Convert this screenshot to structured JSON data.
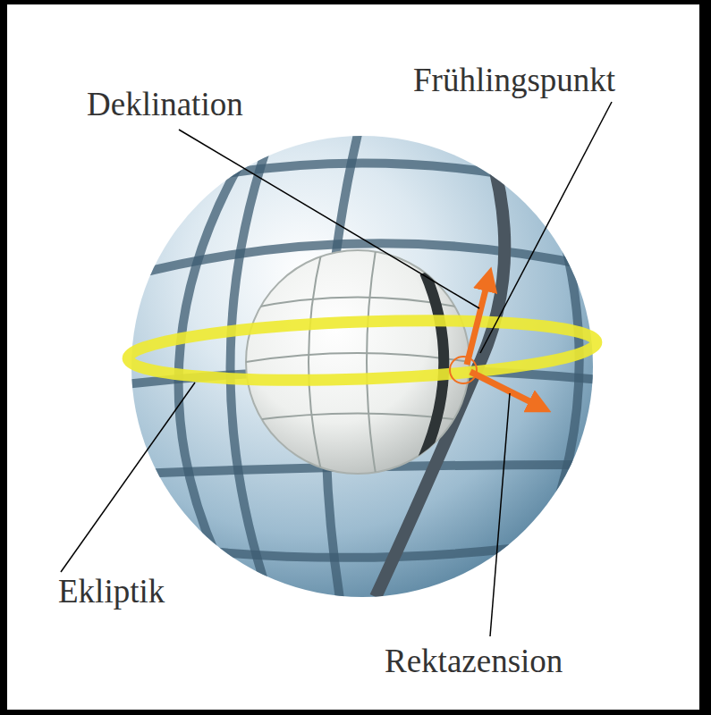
{
  "diagram": {
    "labels": [
      "Deklination",
      "Frühlingspunkt",
      "Ekliptik",
      "Rektazension"
    ]
  }
}
